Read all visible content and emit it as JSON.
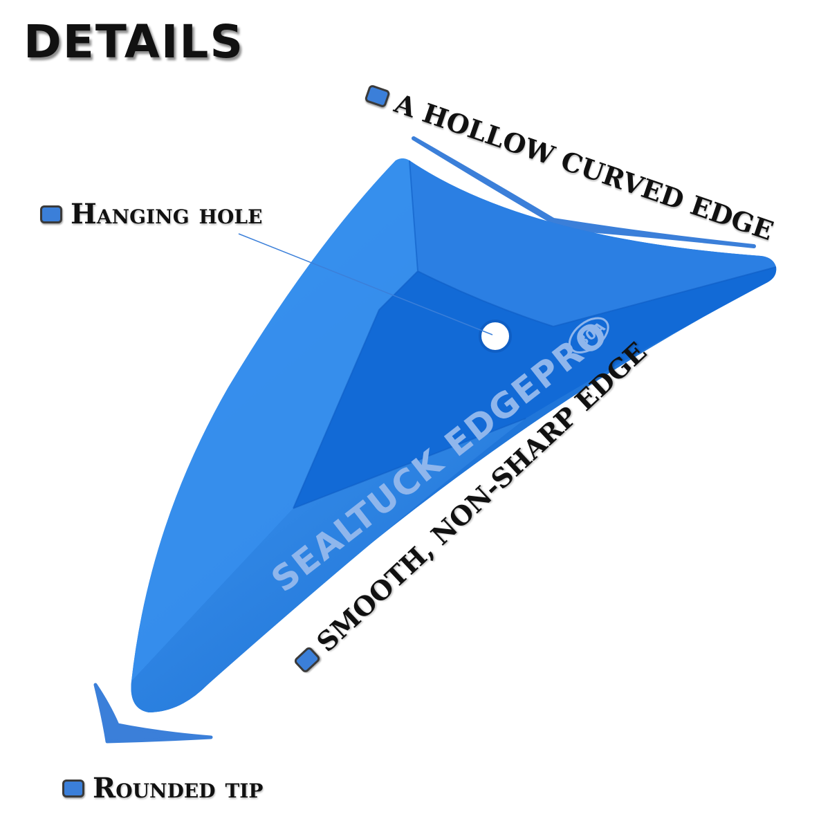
{
  "title": "DETAILS",
  "labels": {
    "hollow_edge": "A HOLLOW CURVED EDGE",
    "hanging_hole": "Hanging hole",
    "smooth_edge": "SMOOTH, NON-SHARP EDGE",
    "rounded_tip": "Rounded tip"
  },
  "product": {
    "brand": "SEALTUCK EDGEPRO",
    "hardness": "80A"
  },
  "colors": {
    "product_blue": "#1f74d8",
    "product_dark": "#0f5ec4",
    "accent_blue": "#3b7fd9",
    "text": "#111111"
  }
}
